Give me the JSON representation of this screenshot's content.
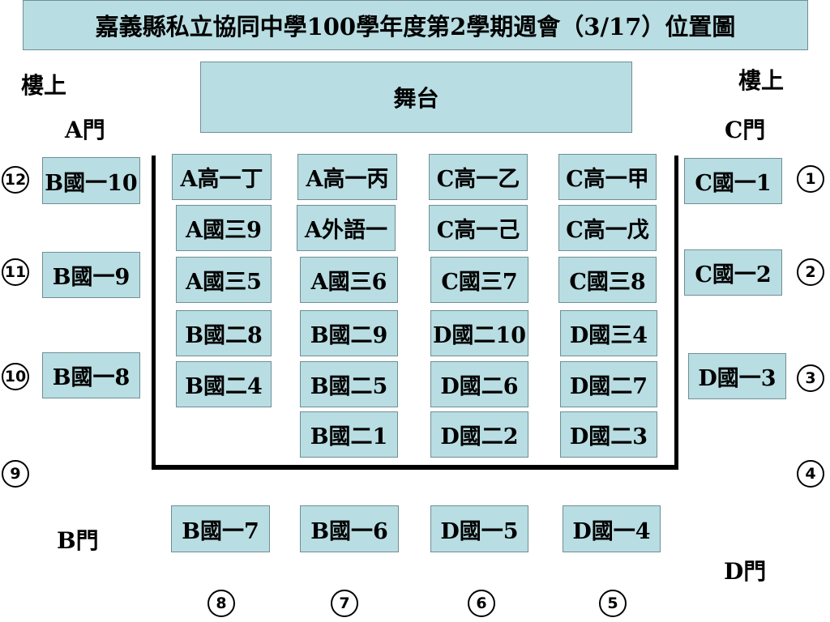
{
  "title": "嘉義縣私立協同中學100學年度第2學期週會（3/17）位置圖",
  "stage": "舞台",
  "labels": {
    "upstairs_left": "樓上",
    "upstairs_right": "樓上",
    "door_a": "A門",
    "door_b": "B門",
    "door_c": "C門",
    "door_d": "D門"
  },
  "seats": {
    "a_high1_ding": "A高一丁",
    "a_high1_bing": "A高一丙",
    "c_high1_yi": "C高一乙",
    "c_high1_jia": "C高一甲",
    "a_jr3_9": "A國三9",
    "a_foreign_lang1": "A外語一",
    "c_high1_ji": "C高一己",
    "c_high1_wu": "C高一戊",
    "a_jr3_5": "A國三5",
    "a_jr3_6": "A國三6",
    "c_jr3_7": "C國三7",
    "c_jr3_8": "C國三8",
    "b_jr2_8": "B國二8",
    "b_jr2_9": "B國二9",
    "d_jr2_10": "D國二10",
    "d_jr3_4": "D國三4",
    "b_jr2_4": "B國二4",
    "b_jr2_5": "B國二5",
    "d_jr2_6": "D國二6",
    "d_jr2_7": "D國二7",
    "b_jr2_1": "B國二1",
    "d_jr2_2": "D國二2",
    "d_jr2_3": "D國二3",
    "b_jr1_10": "B國一10",
    "b_jr1_9": "B國一9",
    "b_jr1_8": "B國一8",
    "c_jr1_1": "C國一1",
    "c_jr1_2": "C國一2",
    "d_jr1_3": "D國一3",
    "b_jr1_7": "B國一7",
    "b_jr1_6": "B國一6",
    "d_jr1_5": "D國一5",
    "d_jr1_4": "D國一4"
  },
  "markers": {
    "m1": "1",
    "m2": "2",
    "m3": "3",
    "m4": "4",
    "m5": "5",
    "m6": "6",
    "m7": "7",
    "m8": "8",
    "m9": "9",
    "m10": "10",
    "m11": "11",
    "m12": "12"
  },
  "colors": {
    "box_fill": "#b8dde2",
    "box_border": "#6f8f94",
    "wall": "#000000"
  }
}
